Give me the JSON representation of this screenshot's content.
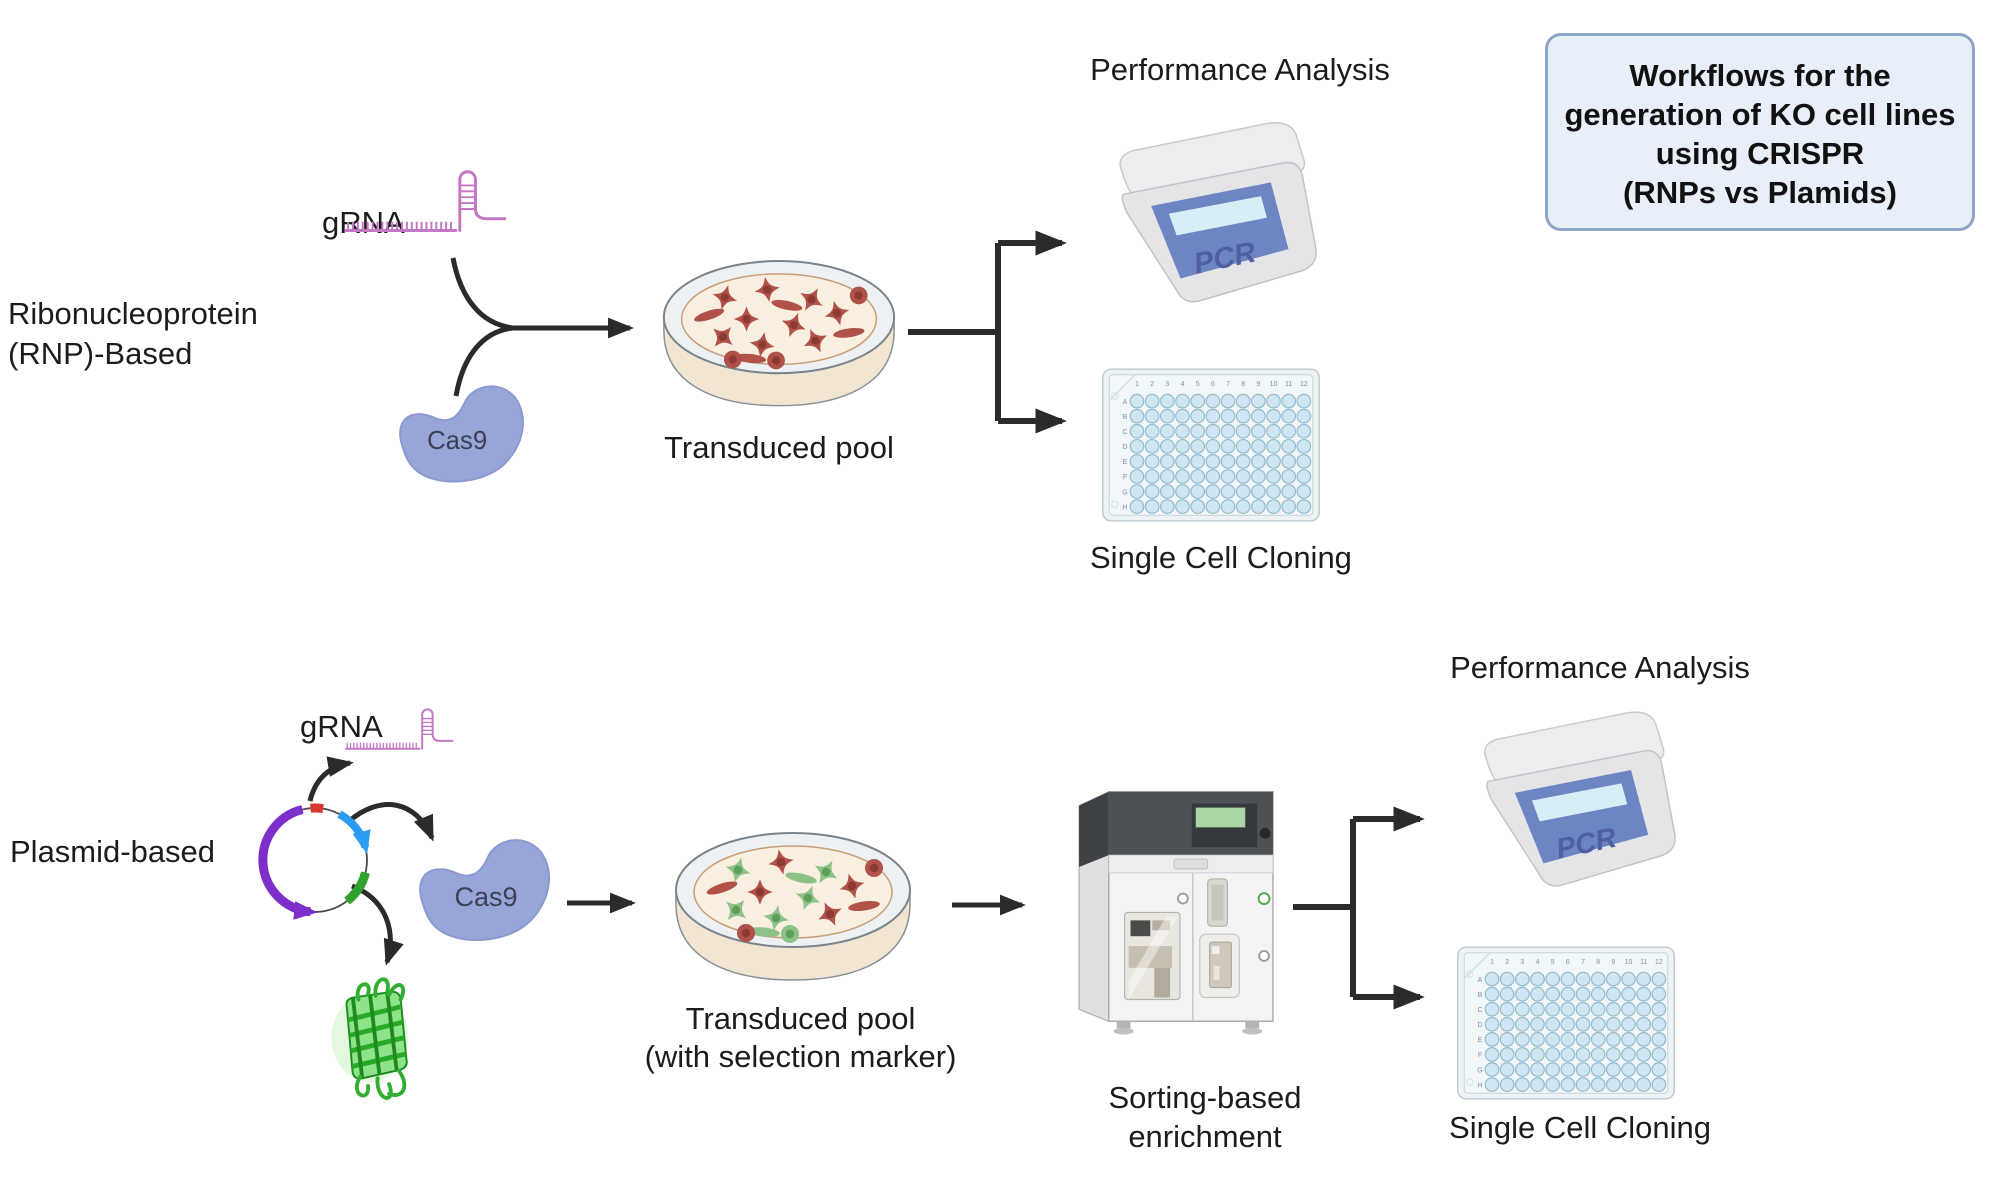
{
  "title_box": {
    "lines": [
      "Workflows for the",
      "generation of KO cell lines",
      "using CRISPR",
      "(RNPs vs Plamids)"
    ]
  },
  "labels": {
    "rnp_row": [
      "Ribonucleoprotein",
      "(RNP)-Based"
    ],
    "plasmid_row": "Plasmid-based",
    "grna_top": "gRNA",
    "grna_bottom": "gRNA",
    "cas9": "Cas9",
    "transduced_pool_top": "Transduced pool",
    "transduced_pool_bottom": [
      "Transduced pool",
      "(with selection marker)"
    ],
    "performance_analysis_top": "Performance Analysis",
    "performance_analysis_bottom": "Performance Analysis",
    "single_cell_cloning_top": "Single Cell Cloning",
    "single_cell_cloning_bottom": "Single Cell Cloning",
    "sorting": [
      "Sorting-based",
      "enrichment"
    ],
    "pcr_display": "PCR"
  },
  "well_plate": {
    "columns": [
      "1",
      "2",
      "3",
      "4",
      "5",
      "6",
      "7",
      "8",
      "9",
      "10",
      "11",
      "12"
    ],
    "rows": [
      "A",
      "B",
      "C",
      "D",
      "E",
      "F",
      "G",
      "H"
    ]
  },
  "colors": {
    "grna_pink": "#c478c4",
    "cas9_fill": "#97a5d8",
    "cas9_text": "#3a4055",
    "arrow": "#2b2b2b",
    "title_bg": "#e9eff9",
    "title_border": "#8fa6cb",
    "pcr_panel": "#6d86c3",
    "pcr_screen": "#d8eef6",
    "pcr_text": "#4e60a2",
    "plate_body": "#edf2f4",
    "well_fill": "#cfe7f3",
    "well_stroke": "#96bacc",
    "dish_rim": "#edf1f3",
    "dish_agar": "#f9efe1",
    "cell_red": "#b0514a",
    "cell_red_dark": "#8c3a34",
    "cell_green": "#8cc188",
    "cell_green_dark": "#5d9f59",
    "plasmid_purple": "#7d30c9",
    "plasmid_red": "#d63a2f",
    "plasmid_blue": "#2b9af3",
    "plasmid_green": "#2ea12e",
    "gfp_green": "#2fae2f",
    "sorter_dark": "#4c5156",
    "sorter_screen": "#a8d6a4"
  }
}
